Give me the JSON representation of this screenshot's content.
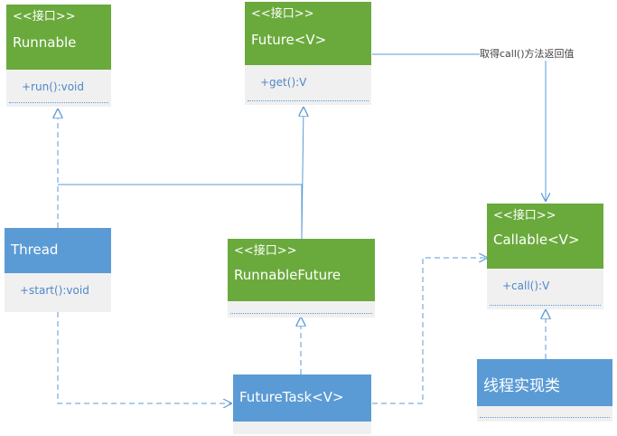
{
  "runnable": {
    "stereotype": "<<接口>>",
    "name": "Runnable",
    "method": "+run():void"
  },
  "future": {
    "stereotype": "<<接口>>",
    "name": "Future<V>",
    "method": "+get():V"
  },
  "runnable_future": {
    "stereotype": "<<接口>>",
    "name": "RunnableFuture",
    "method": ""
  },
  "callable": {
    "stereotype": "<<接口>>",
    "name": "Callable<V>",
    "method": "+call():V"
  },
  "thread": {
    "name": "Thread",
    "method": "+start():void"
  },
  "future_task": {
    "name": "FutureTask<V>"
  },
  "impl_class": {
    "name": "线程实现类"
  },
  "note": "取得call()方法返回值",
  "colors": {
    "interface": "#6aaa3c",
    "class": "#5b9bd5",
    "line": "#5b9bd5",
    "body": "#f0f0f0"
  }
}
